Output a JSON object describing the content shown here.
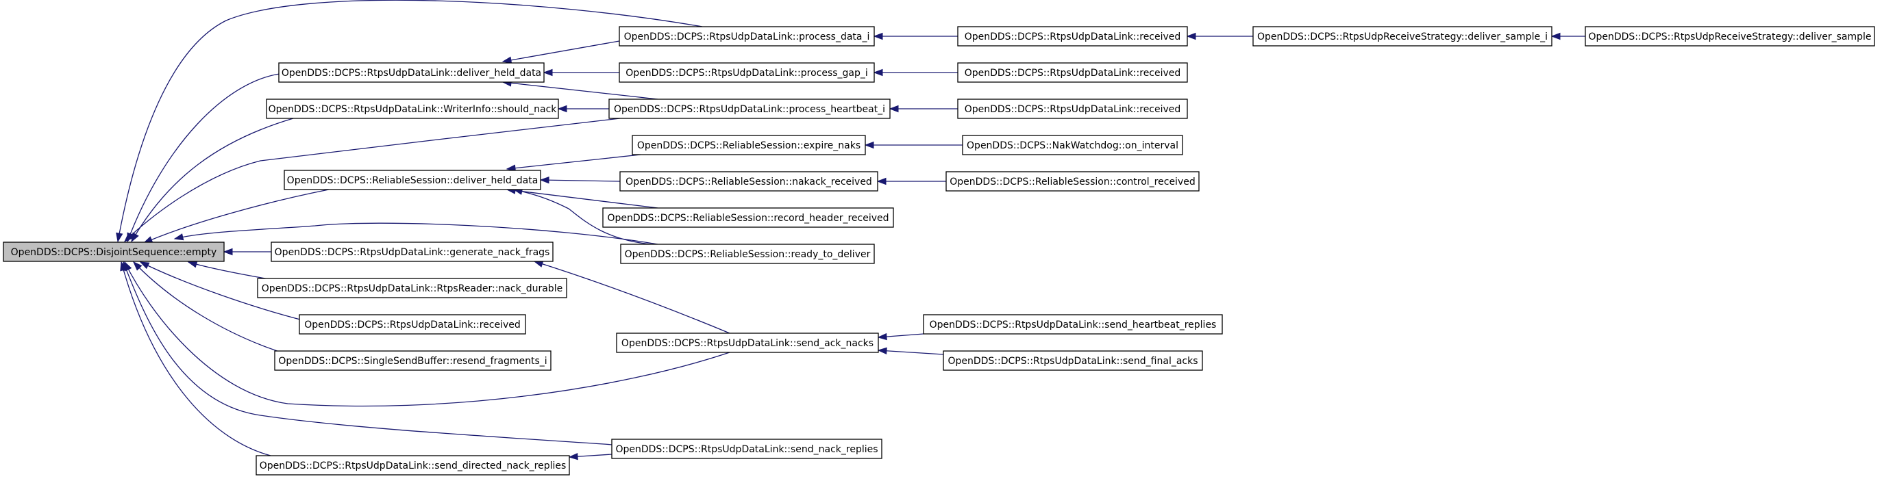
{
  "graph": {
    "colors": {
      "edge": "#191970",
      "node_border": "#000000",
      "root_fill": "#bfbfbf",
      "node_fill": "#ffffff"
    },
    "nodes": [
      {
        "id": "n0",
        "label": "OpenDDS::DCPS::DisjointSequence::empty",
        "root": true
      },
      {
        "id": "n1",
        "label": "OpenDDS::DCPS::RtpsUdpDataLink::deliver_held_data"
      },
      {
        "id": "n2",
        "label": "OpenDDS::DCPS::RtpsUdpDataLink::WriterInfo::should_nack"
      },
      {
        "id": "n3",
        "label": "OpenDDS::DCPS::ReliableSession::deliver_held_data"
      },
      {
        "id": "n4",
        "label": "OpenDDS::DCPS::RtpsUdpDataLink::generate_nack_frags"
      },
      {
        "id": "n5",
        "label": "OpenDDS::DCPS::RtpsUdpDataLink::RtpsReader::nack_durable"
      },
      {
        "id": "n6",
        "label": "OpenDDS::DCPS::RtpsUdpDataLink::received"
      },
      {
        "id": "n7",
        "label": "OpenDDS::DCPS::SingleSendBuffer::resend_fragments_i"
      },
      {
        "id": "n8",
        "label": "OpenDDS::DCPS::RtpsUdpDataLink::send_directed_nack_replies"
      },
      {
        "id": "n9",
        "label": "OpenDDS::DCPS::RtpsUdpDataLink::process_data_i"
      },
      {
        "id": "n10",
        "label": "OpenDDS::DCPS::RtpsUdpDataLink::process_gap_i"
      },
      {
        "id": "n11",
        "label": "OpenDDS::DCPS::RtpsUdpDataLink::process_heartbeat_i"
      },
      {
        "id": "n12",
        "label": "OpenDDS::DCPS::ReliableSession::expire_naks"
      },
      {
        "id": "n13",
        "label": "OpenDDS::DCPS::ReliableSession::nakack_received"
      },
      {
        "id": "n14",
        "label": "OpenDDS::DCPS::ReliableSession::record_header_received"
      },
      {
        "id": "n15",
        "label": "OpenDDS::DCPS::ReliableSession::ready_to_deliver"
      },
      {
        "id": "n16",
        "label": "OpenDDS::DCPS::RtpsUdpDataLink::send_ack_nacks"
      },
      {
        "id": "n17",
        "label": "OpenDDS::DCPS::RtpsUdpDataLink::send_nack_replies"
      },
      {
        "id": "n18",
        "label": "OpenDDS::DCPS::RtpsUdpDataLink::received"
      },
      {
        "id": "n19",
        "label": "OpenDDS::DCPS::RtpsUdpDataLink::received"
      },
      {
        "id": "n20",
        "label": "OpenDDS::DCPS::RtpsUdpDataLink::received"
      },
      {
        "id": "n21",
        "label": "OpenDDS::DCPS::NakWatchdog::on_interval"
      },
      {
        "id": "n22",
        "label": "OpenDDS::DCPS::ReliableSession::control_received"
      },
      {
        "id": "n23",
        "label": "OpenDDS::DCPS::RtpsUdpDataLink::send_heartbeat_replies"
      },
      {
        "id": "n24",
        "label": "OpenDDS::DCPS::RtpsUdpDataLink::send_final_acks"
      },
      {
        "id": "n25",
        "label": "OpenDDS::DCPS::RtpsUdpReceiveStrategy::deliver_sample_i"
      },
      {
        "id": "n26",
        "label": "OpenDDS::DCPS::RtpsUdpReceiveStrategy::deliver_sample"
      }
    ],
    "edges": [
      {
        "from": "n1",
        "to": "n0"
      },
      {
        "from": "n2",
        "to": "n0"
      },
      {
        "from": "n3",
        "to": "n0"
      },
      {
        "from": "n4",
        "to": "n0"
      },
      {
        "from": "n5",
        "to": "n0"
      },
      {
        "from": "n6",
        "to": "n0"
      },
      {
        "from": "n7",
        "to": "n0"
      },
      {
        "from": "n8",
        "to": "n0"
      },
      {
        "from": "n9",
        "to": "n0"
      },
      {
        "from": "n11",
        "to": "n0"
      },
      {
        "from": "n15",
        "to": "n0"
      },
      {
        "from": "n16",
        "to": "n0"
      },
      {
        "from": "n17",
        "to": "n0"
      },
      {
        "from": "n9",
        "to": "n1"
      },
      {
        "from": "n10",
        "to": "n1"
      },
      {
        "from": "n11",
        "to": "n1"
      },
      {
        "from": "n11",
        "to": "n2"
      },
      {
        "from": "n12",
        "to": "n3"
      },
      {
        "from": "n13",
        "to": "n3"
      },
      {
        "from": "n14",
        "to": "n3"
      },
      {
        "from": "n15",
        "to": "n3"
      },
      {
        "from": "n16",
        "to": "n4"
      },
      {
        "from": "n17",
        "to": "n8"
      },
      {
        "from": "n18",
        "to": "n9"
      },
      {
        "from": "n19",
        "to": "n10"
      },
      {
        "from": "n20",
        "to": "n11"
      },
      {
        "from": "n21",
        "to": "n12"
      },
      {
        "from": "n22",
        "to": "n13"
      },
      {
        "from": "n23",
        "to": "n16"
      },
      {
        "from": "n24",
        "to": "n16"
      },
      {
        "from": "n25",
        "to": "n18"
      },
      {
        "from": "n26",
        "to": "n25"
      }
    ]
  }
}
